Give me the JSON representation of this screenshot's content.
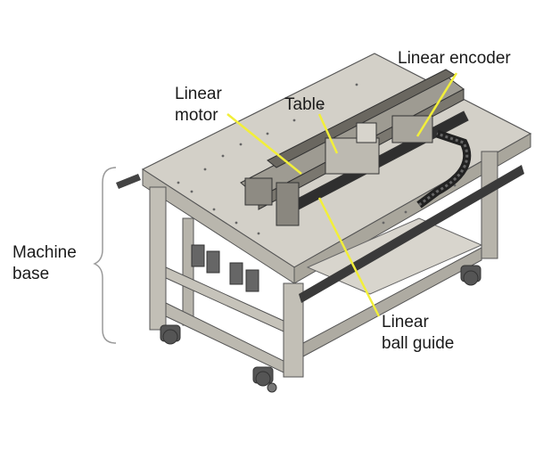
{
  "labels": {
    "linear_motor": [
      "Linear",
      "motor"
    ],
    "table": "Table",
    "linear_encoder": "Linear encoder",
    "machine_base": [
      "Machine",
      "base"
    ],
    "linear_ball_guide": [
      "Linear",
      "ball guide"
    ]
  },
  "colors": {
    "leader": "#f2ef3a",
    "bracket": "#9a9a9a",
    "body": "#c9c6bd",
    "body_dark": "#a9a69c",
    "body_light": "#dcd9d1",
    "rail": "#3a3a3a",
    "text": "#1a1a1a"
  }
}
